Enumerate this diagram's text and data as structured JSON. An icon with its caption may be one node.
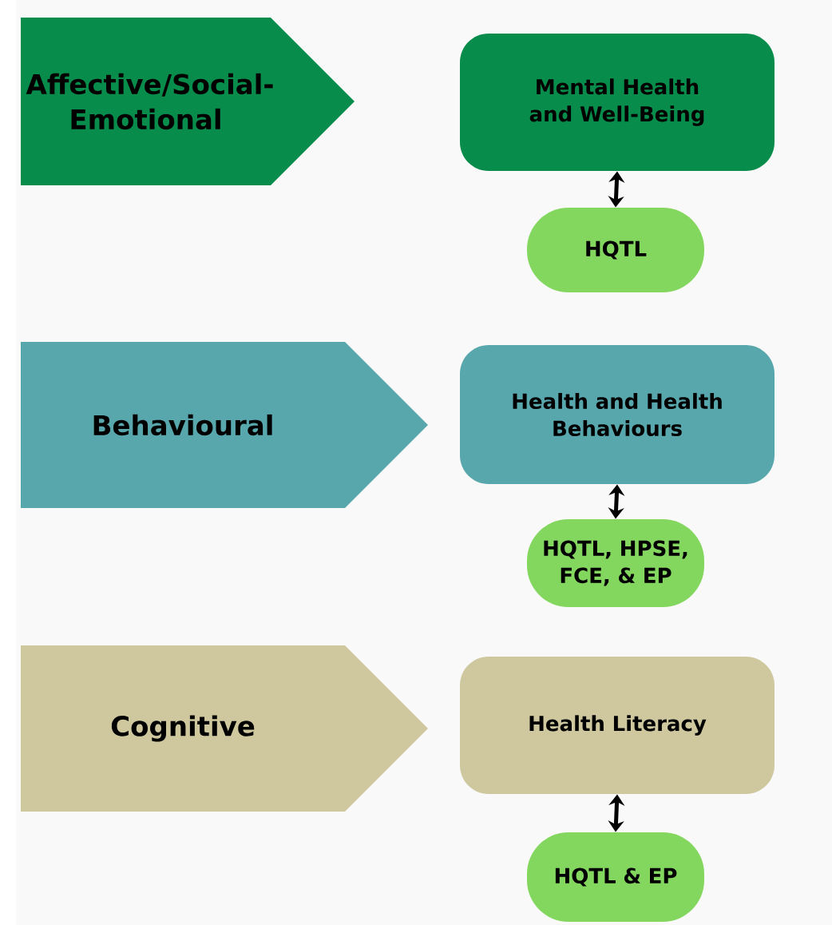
{
  "diagram": {
    "nodes": [
      {
        "text": [
          "Affective/Social-Emotional"
        ]
      },
      {
        "text": [
          "Mental Health and Well-Being"
        ]
      },
      {
        "text": [
          "HQTL"
        ]
      },
      {
        "text": [
          "Behavioural"
        ]
      },
      {
        "text": [
          "Health and Health Behaviours"
        ]
      },
      {
        "text": [
          "HQTL, HPSE, FCE, & EP"
        ]
      },
      {
        "text": [
          "Cognitive"
        ]
      },
      {
        "text": [
          "Health Literacy"
        ]
      },
      {
        "text": [
          "HQTL & EP"
        ]
      }
    ],
    "edges": [
      {
        "from": 1,
        "to": 2,
        "arrow": "both"
      },
      {
        "from": 4,
        "to": 5,
        "arrow": "both"
      },
      {
        "from": 7,
        "to": 8,
        "arrow": "both"
      }
    ]
  }
}
